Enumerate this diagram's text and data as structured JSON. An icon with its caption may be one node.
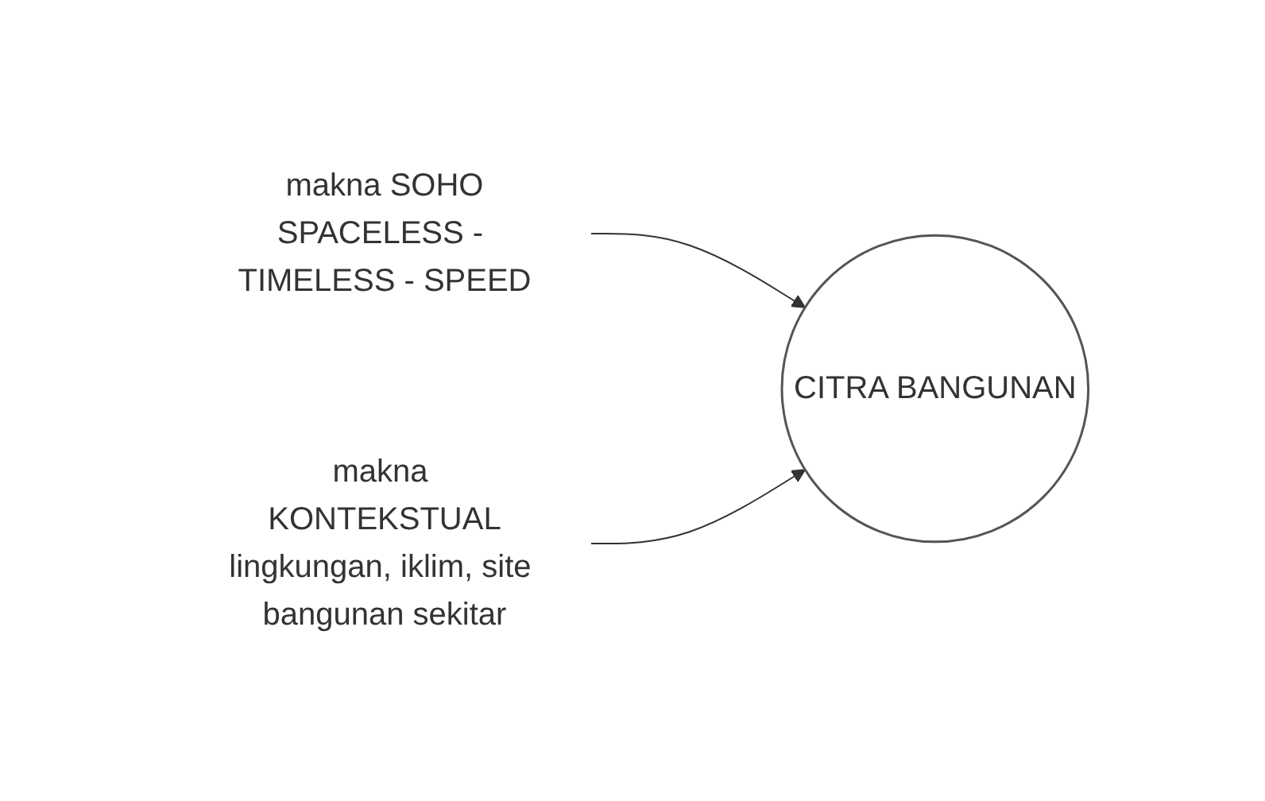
{
  "diagram": {
    "nodes": [
      {
        "text": [
          "makna SOHO",
          "SPACELESS - TIMELESS - SPEED"
        ]
      },
      {
        "text": [
          "CITRA BANGUNAN"
        ]
      },
      {
        "text": [
          "makna KONTEKSTUAL",
          "lingkungan, iklim, site bangunan sekitar"
        ]
      }
    ],
    "edges": [
      {
        "from": 0,
        "to": 1,
        "arrow": "to"
      },
      {
        "from": 2,
        "to": 1,
        "arrow": "to"
      }
    ]
  }
}
